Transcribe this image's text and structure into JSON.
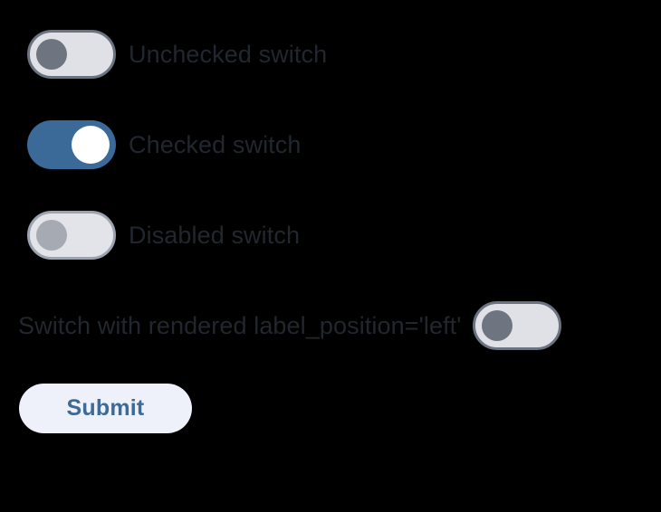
{
  "theme": {
    "background": "#000000",
    "label_color": "#22262E",
    "switch_on_color": "#3B6A99",
    "switch_track_color": "#DFE1E6",
    "switch_border_color": "#6B7280",
    "switch_knob_color": "#6E7480",
    "disabled_border_color": "#9CA3AF",
    "disabled_knob_color": "#A6ABB3",
    "button_background": "#EFF1FA",
    "button_text_color": "#3D6A96"
  },
  "switches": [
    {
      "name": "unchecked-switch",
      "label": "Unchecked switch",
      "checked": false,
      "disabled": false,
      "label_position": "right"
    },
    {
      "name": "checked-switch",
      "label": "Checked switch",
      "checked": true,
      "disabled": false,
      "label_position": "right"
    },
    {
      "name": "disabled-switch",
      "label": "Disabled switch",
      "checked": false,
      "disabled": true,
      "label_position": "right"
    },
    {
      "name": "left-label-switch",
      "label": "Switch with rendered label_position='left'",
      "checked": false,
      "disabled": false,
      "label_position": "left"
    }
  ],
  "form": {
    "submit_label": "Submit"
  }
}
